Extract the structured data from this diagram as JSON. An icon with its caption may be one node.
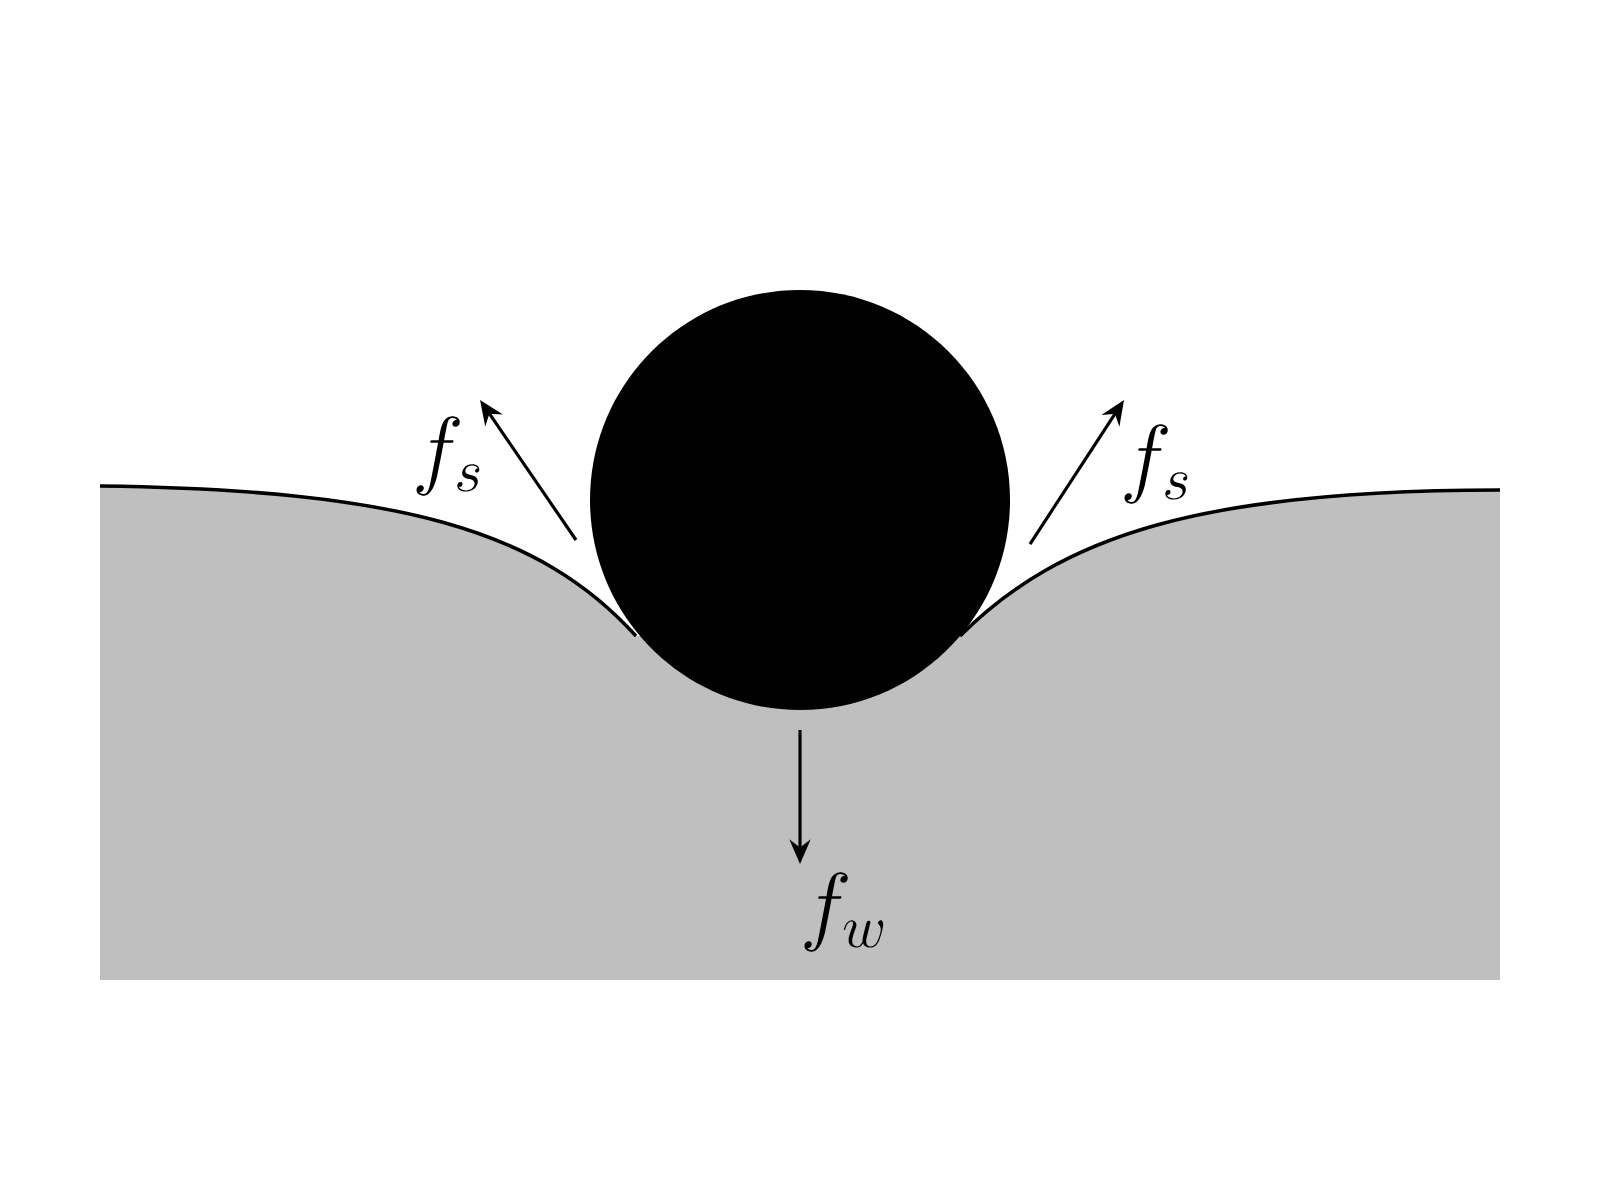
{
  "diagram": {
    "nodes": [
      {
        "text": [],
        "shape": "circle"
      }
    ],
    "labels": [
      "f_s",
      "f_s",
      "f_w"
    ]
  }
}
